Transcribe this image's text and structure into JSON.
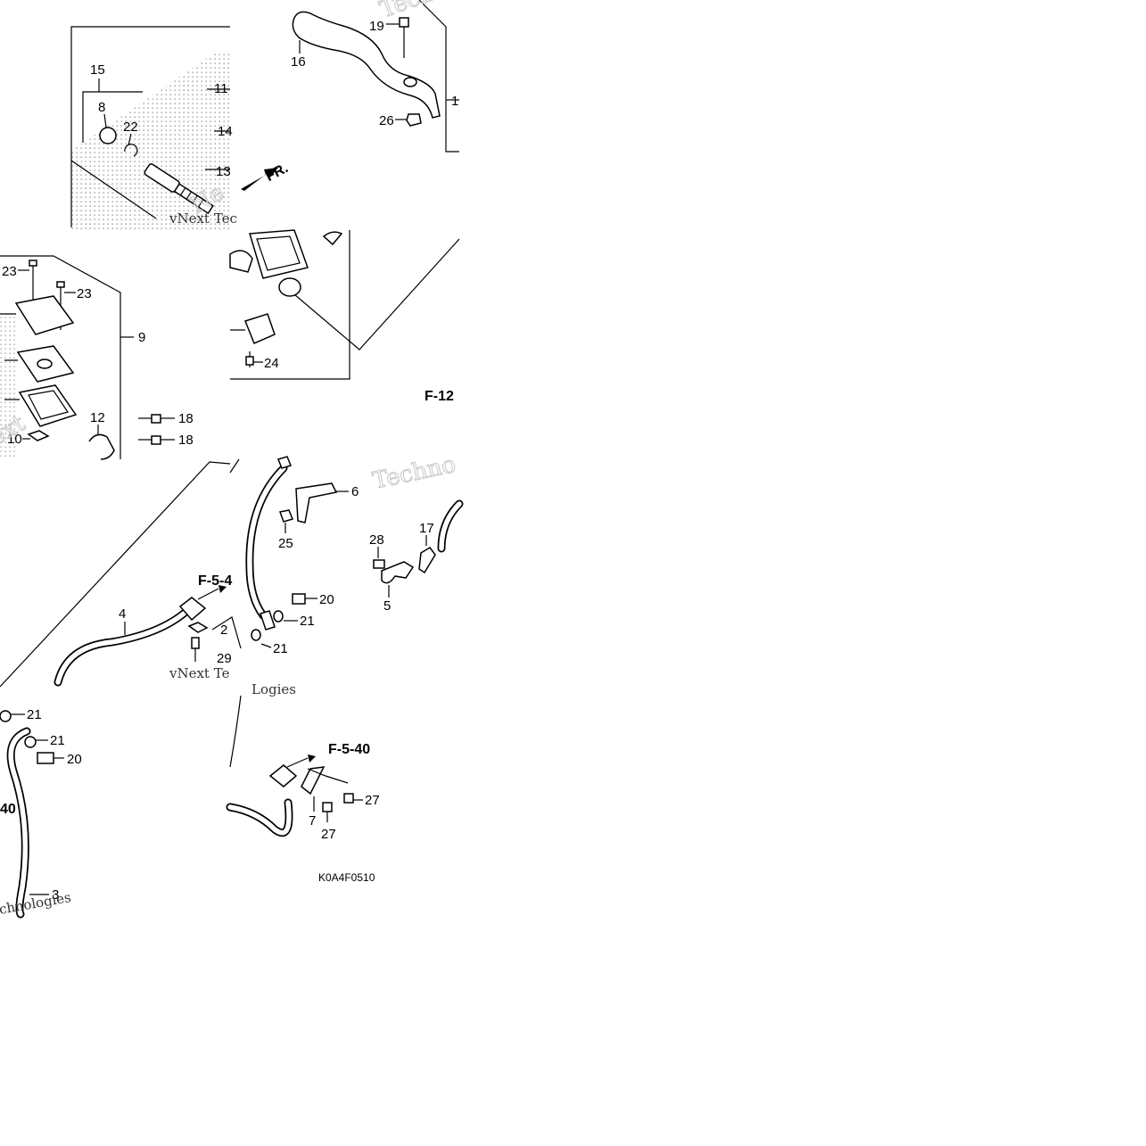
{
  "diagram": {
    "code": "K0A4F0510",
    "direction_label": "FR.",
    "refs": {
      "f12": "F-12",
      "f540_mid": "F-5-4",
      "f540_bottom": "F-5-40",
      "f540_left": "40"
    },
    "callouts": {
      "p1": "1",
      "p3": "3",
      "p4": "4",
      "p5": "5",
      "p6": "6",
      "p7": "7",
      "p8": "8",
      "p9": "9",
      "p10": "10",
      "p11": "11",
      "p12": "12",
      "p13": "13",
      "p14": "14",
      "p15": "15",
      "p16": "16",
      "p17": "17",
      "p18a": "18",
      "p18b": "18",
      "p19": "19",
      "p20a": "20",
      "p20b": "20",
      "p21a": "21",
      "p21b": "21",
      "p21c": "21",
      "p21d": "21",
      "p22": "22",
      "p23a": "23",
      "p23b": "23",
      "p24": "24",
      "p25": "25",
      "p26": "26",
      "p27a": "27",
      "p27b": "27",
      "p28": "28",
      "p2": "2",
      "p29": "29"
    },
    "watermark": {
      "brand": "Techno",
      "brand2": "Techno",
      "next": "vNext Tec",
      "next2": "vNext Te",
      "logies": "Logies",
      "chnologies": "chnologies",
      "ext": "ext",
      "ne": "Ne"
    }
  }
}
